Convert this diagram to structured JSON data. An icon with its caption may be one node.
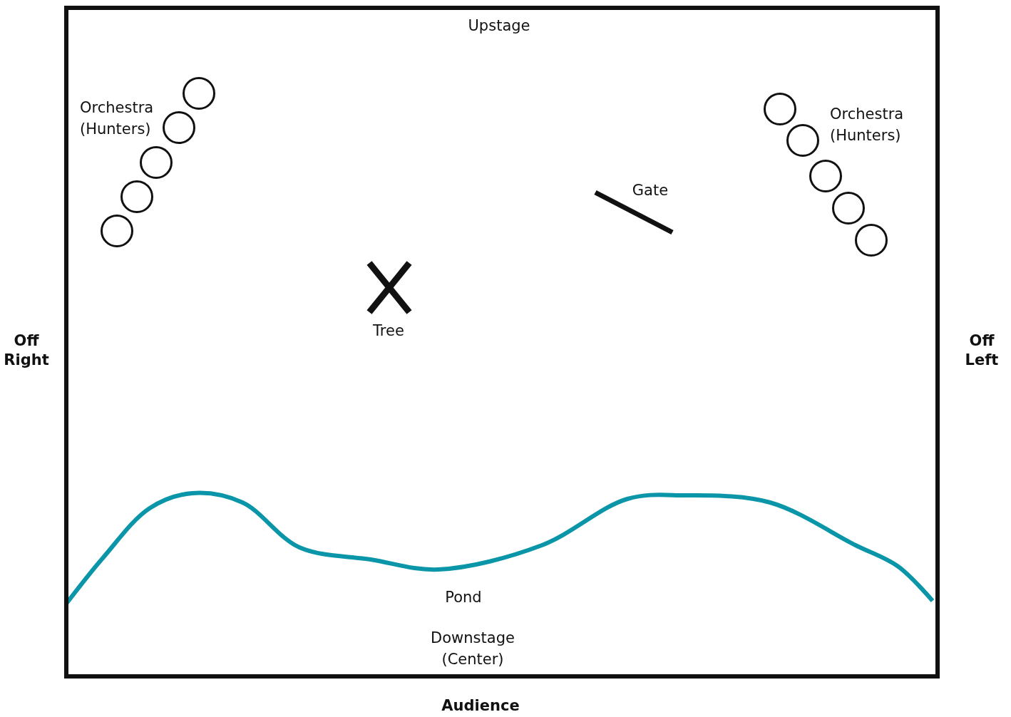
{
  "diagram": {
    "nodes": [
      {
        "text": [
          "Upstage",
          "Orchestra (Hunters)",
          "Orchestra (Hunters)",
          "Gate",
          "Tree",
          "Pond",
          "Downstage (Center)"
        ]
      },
      {
        "text": [],
        "shape": "circle",
        "in": 0
      },
      {
        "text": [],
        "shape": "circle",
        "in": 0
      },
      {
        "text": [],
        "shape": "circle",
        "in": 0
      },
      {
        "text": [],
        "shape": "circle",
        "in": 0
      },
      {
        "text": [],
        "shape": "circle",
        "in": 0
      },
      {
        "text": [],
        "shape": "circle",
        "in": 0
      },
      {
        "text": [],
        "shape": "circle",
        "in": 0
      },
      {
        "text": [],
        "shape": "circle",
        "in": 0
      },
      {
        "text": [],
        "shape": "circle",
        "in": 0
      },
      {
        "text": [],
        "shape": "circle",
        "in": 0
      }
    ],
    "labels": [
      "Off Right",
      "Off Left",
      "Audience"
    ]
  }
}
